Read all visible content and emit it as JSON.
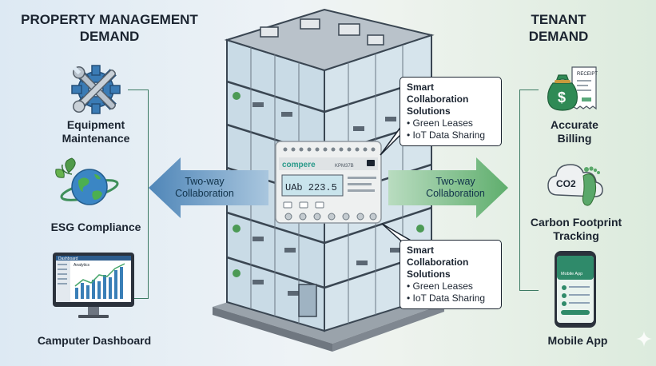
{
  "left_heading": {
    "line1": "PROPERTY MANAGEMENT",
    "line2": "DEMAND"
  },
  "right_heading": {
    "line1": "TENANT",
    "line2": "DEMAND"
  },
  "left_features": [
    {
      "line1": "Equipment",
      "line2": "Maintenance",
      "icon": "gear-wrench-icon"
    },
    {
      "line1": "ESG Compliance",
      "line2": "",
      "icon": "globe-leaf-icon"
    },
    {
      "line1": "Camputer Dashboard",
      "line2": "",
      "icon": "monitor-dashboard-icon"
    }
  ],
  "right_features": [
    {
      "line1": "Accurate",
      "line2": "Billing",
      "icon": "money-receipt-icon"
    },
    {
      "line1": "Carbon Footprint",
      "line2": "Tracking",
      "icon": "co2-footprint-icon"
    },
    {
      "line1": "Mobile App",
      "line2": "",
      "icon": "smartphone-icon"
    }
  ],
  "arrows": {
    "left": {
      "line1": "Two-way",
      "line2": "Collaboration"
    },
    "right": {
      "line1": "Two-way",
      "line2": "Collaboration"
    }
  },
  "callouts": [
    {
      "title1": "Smart Collaboration",
      "title2": "Solutions",
      "items": [
        "• Green Leases",
        "• IoT Data Sharing"
      ]
    },
    {
      "title1": "Smart Collaboration",
      "title2": "Solutions",
      "items": [
        "• Green Leases",
        "• IoT Data Sharing"
      ]
    }
  ],
  "meter": {
    "brand": "compere",
    "model": "KPM37B",
    "display": "UAb 223.5"
  },
  "dashboard": {
    "title": "Dashboard",
    "panel": "Analytics"
  },
  "receipt": {
    "label": "RECEIPT",
    "symbol": "$"
  },
  "co2": {
    "label": "CO2"
  },
  "phone": {
    "app_label": "Mobile App"
  },
  "colors": {
    "accent_green": "#3c7a63",
    "arrow_blue": "#5b8fbc",
    "arrow_green": "#6fb07a",
    "text_dark": "#1b2430"
  }
}
